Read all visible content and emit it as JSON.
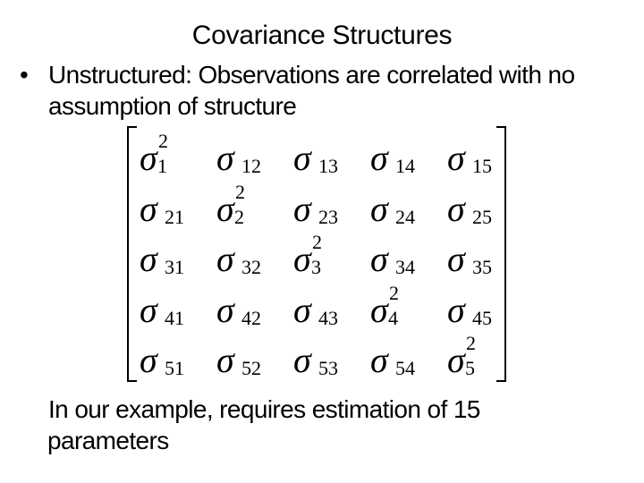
{
  "slide": {
    "title": "Covariance Structures",
    "bullets": [
      {
        "marker": "•",
        "text": "Unstructured:  Observations are correlated with no assumption of structure"
      }
    ],
    "matrix": {
      "symbol": "σ",
      "rows": [
        [
          {
            "sub": "1",
            "sup": "2",
            "diag": true
          },
          {
            "sub": "12",
            "sup": "",
            "diag": false
          },
          {
            "sub": "13",
            "sup": "",
            "diag": false
          },
          {
            "sub": "14",
            "sup": "",
            "diag": false
          },
          {
            "sub": "15",
            "sup": "",
            "diag": false
          }
        ],
        [
          {
            "sub": "21",
            "sup": "",
            "diag": false
          },
          {
            "sub": "2",
            "sup": "2",
            "diag": true
          },
          {
            "sub": "23",
            "sup": "",
            "diag": false
          },
          {
            "sub": "24",
            "sup": "",
            "diag": false
          },
          {
            "sub": "25",
            "sup": "",
            "diag": false
          }
        ],
        [
          {
            "sub": "31",
            "sup": "",
            "diag": false
          },
          {
            "sub": "32",
            "sup": "",
            "diag": false
          },
          {
            "sub": "3",
            "sup": "2",
            "diag": true
          },
          {
            "sub": "34",
            "sup": "",
            "diag": false
          },
          {
            "sub": "35",
            "sup": "",
            "diag": false
          }
        ],
        [
          {
            "sub": "41",
            "sup": "",
            "diag": false
          },
          {
            "sub": "42",
            "sup": "",
            "diag": false
          },
          {
            "sub": "43",
            "sup": "",
            "diag": false
          },
          {
            "sub": "4",
            "sup": "2",
            "diag": true
          },
          {
            "sub": "45",
            "sup": "",
            "diag": false
          }
        ],
        [
          {
            "sub": "51",
            "sup": "",
            "diag": false
          },
          {
            "sub": "52",
            "sup": "",
            "diag": false
          },
          {
            "sub": "53",
            "sup": "",
            "diag": false
          },
          {
            "sub": "54",
            "sup": "",
            "diag": false
          },
          {
            "sub": "5",
            "sup": "2",
            "diag": true
          }
        ]
      ]
    },
    "footer": {
      "line1": "In our example, requires estimation of 15",
      "line2": "parameters"
    }
  }
}
